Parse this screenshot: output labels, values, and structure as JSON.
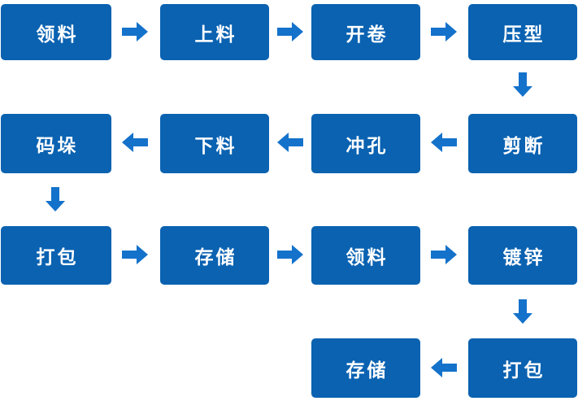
{
  "colors": {
    "box_color": "#0A62B1",
    "arrow_color": "#1472CB",
    "text_color": "#FFFFFF",
    "background": "#FFFFFF"
  },
  "flow": {
    "title": "production-process-flowchart",
    "nodes": [
      {
        "label": "领料",
        "row": 1,
        "col": 1
      },
      {
        "label": "上料",
        "row": 1,
        "col": 2
      },
      {
        "label": "开卷",
        "row": 1,
        "col": 3
      },
      {
        "label": "压型",
        "row": 1,
        "col": 4
      },
      {
        "label": "码垛",
        "row": 2,
        "col": 1
      },
      {
        "label": "下料",
        "row": 2,
        "col": 2
      },
      {
        "label": "冲孔",
        "row": 2,
        "col": 3
      },
      {
        "label": "剪断",
        "row": 2,
        "col": 4
      },
      {
        "label": "打包",
        "row": 3,
        "col": 1
      },
      {
        "label": "存储",
        "row": 3,
        "col": 2
      },
      {
        "label": "领料",
        "row": 3,
        "col": 3
      },
      {
        "label": "镀锌",
        "row": 3,
        "col": 4
      },
      {
        "label": "存储",
        "row": 4,
        "col": 3
      },
      {
        "label": "打包",
        "row": 4,
        "col": 4
      }
    ],
    "arrows": [
      {
        "from": "领料",
        "to": "上料",
        "direction": "right"
      },
      {
        "from": "上料",
        "to": "开卷",
        "direction": "right"
      },
      {
        "from": "开卷",
        "to": "压型",
        "direction": "right"
      },
      {
        "from": "压型",
        "to": "剪断",
        "direction": "down"
      },
      {
        "from": "剪断",
        "to": "冲孔",
        "direction": "left"
      },
      {
        "from": "冲孔",
        "to": "下料",
        "direction": "left"
      },
      {
        "from": "下料",
        "to": "码垛",
        "direction": "left"
      },
      {
        "from": "码垛",
        "to": "打包",
        "direction": "down"
      },
      {
        "from": "打包",
        "to": "存储",
        "direction": "right"
      },
      {
        "from": "存储",
        "to": "领料",
        "direction": "right"
      },
      {
        "from": "领料",
        "to": "镀锌",
        "direction": "right"
      },
      {
        "from": "镀锌",
        "to": "打包",
        "direction": "down"
      },
      {
        "from": "打包",
        "to": "存储",
        "direction": "left"
      }
    ]
  }
}
